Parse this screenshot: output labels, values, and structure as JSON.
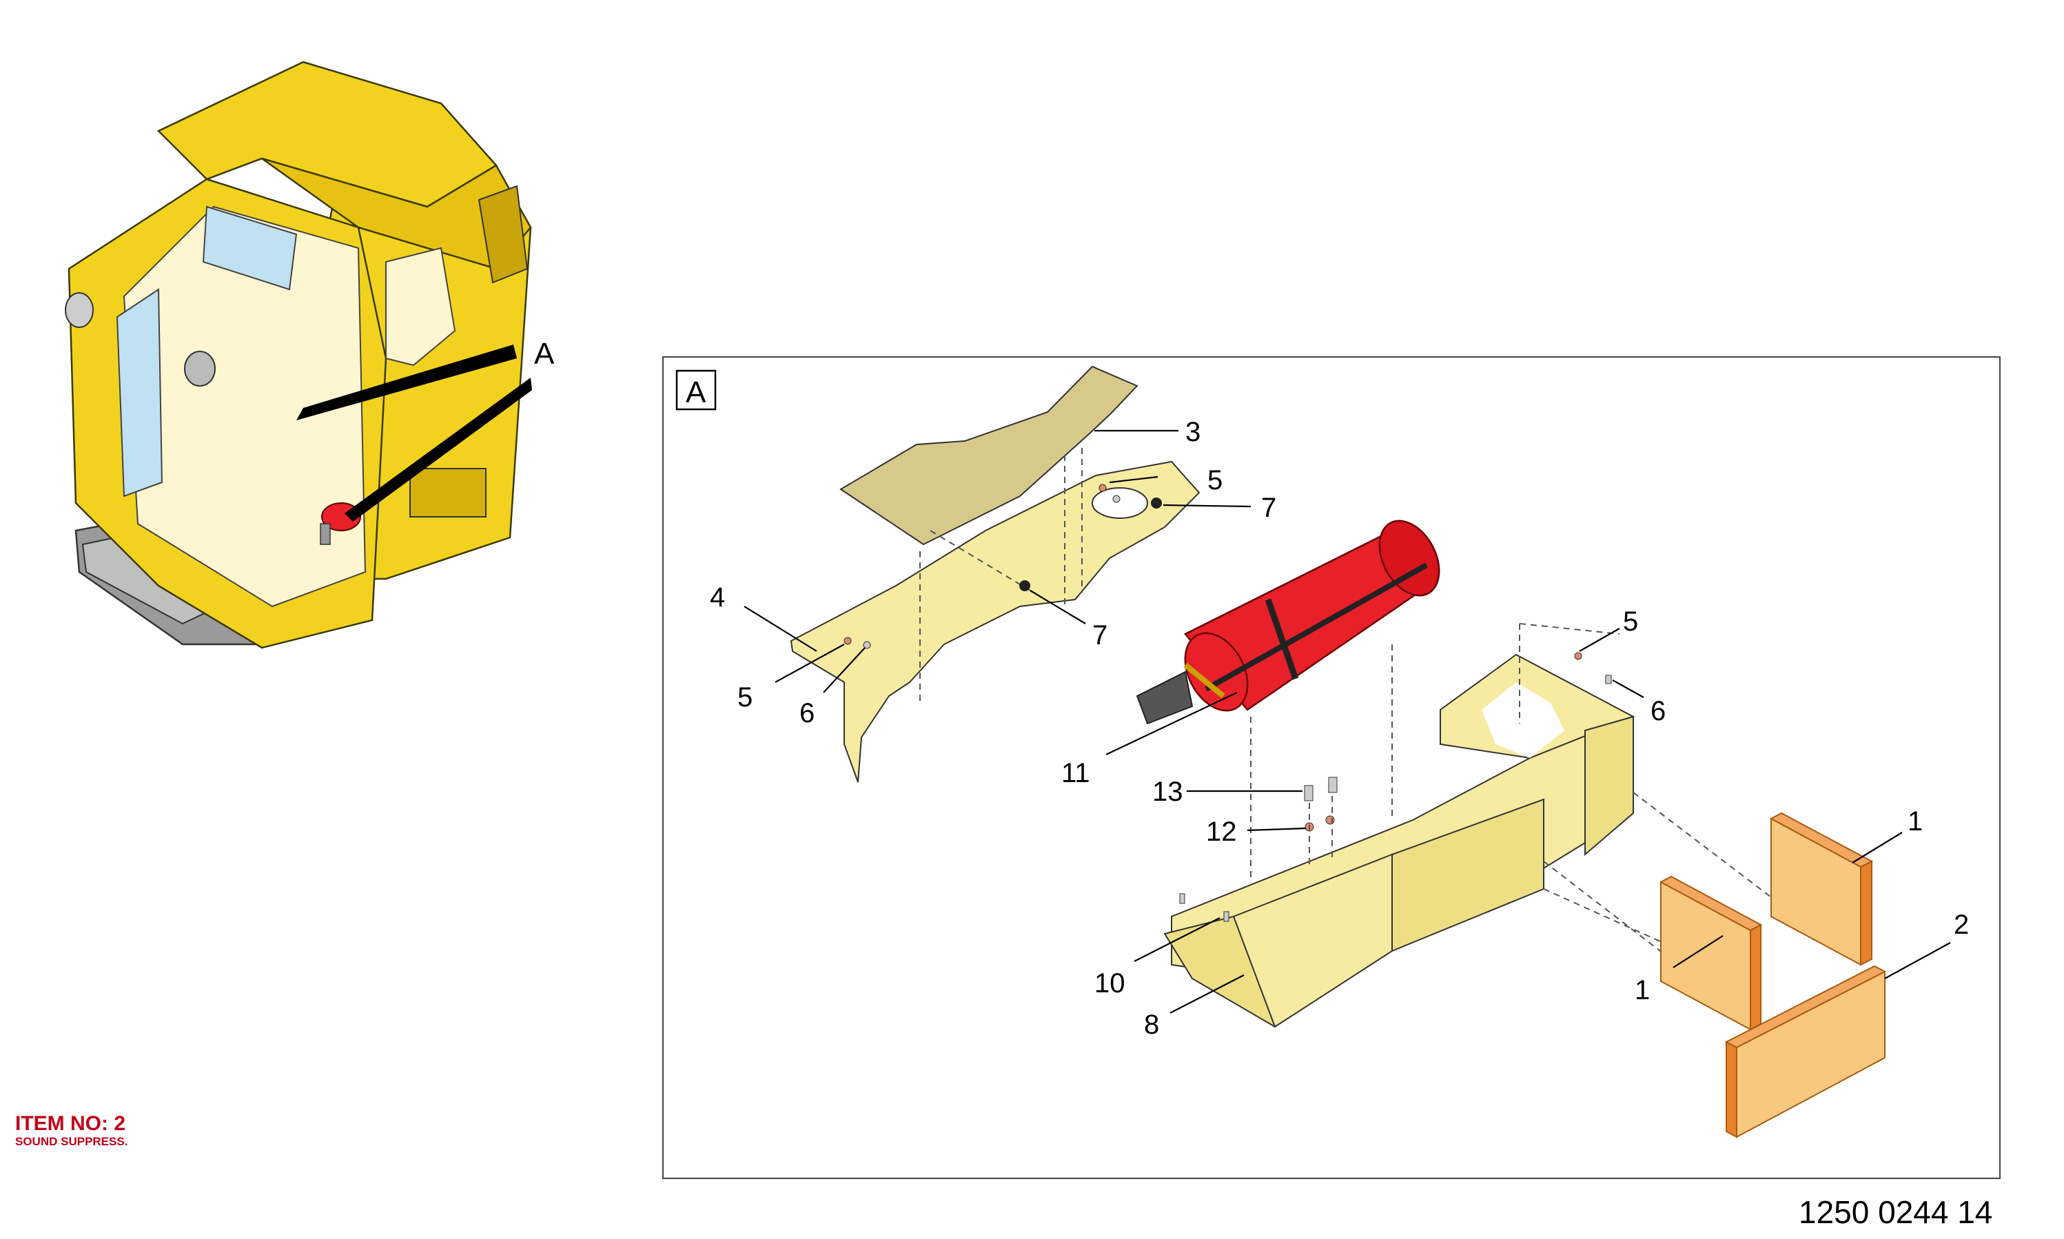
{
  "view_label": "A",
  "detail_box_label": "A",
  "callouts": {
    "c1a": "1",
    "c1b": "1",
    "c2": "2",
    "c3": "3",
    "c4": "4",
    "c5a": "5",
    "c5b": "5",
    "c5c": "5",
    "c6a": "6",
    "c6b": "6",
    "c7a": "7",
    "c7b": "7",
    "c8": "8",
    "c10": "10",
    "c11": "11",
    "c12": "12",
    "c13": "13"
  },
  "item": {
    "title": "ITEM NO: 2",
    "subtitle": "SOUND SUPPRESS."
  },
  "document_number": "1250 0244 14",
  "colors": {
    "cab_yellow": "#f2d21e",
    "panel_yellow": "#f6eba0",
    "extinguisher_red": "#e8202a",
    "insulation_orange": "#f7c87e",
    "item_text_red": "#c0001a"
  }
}
